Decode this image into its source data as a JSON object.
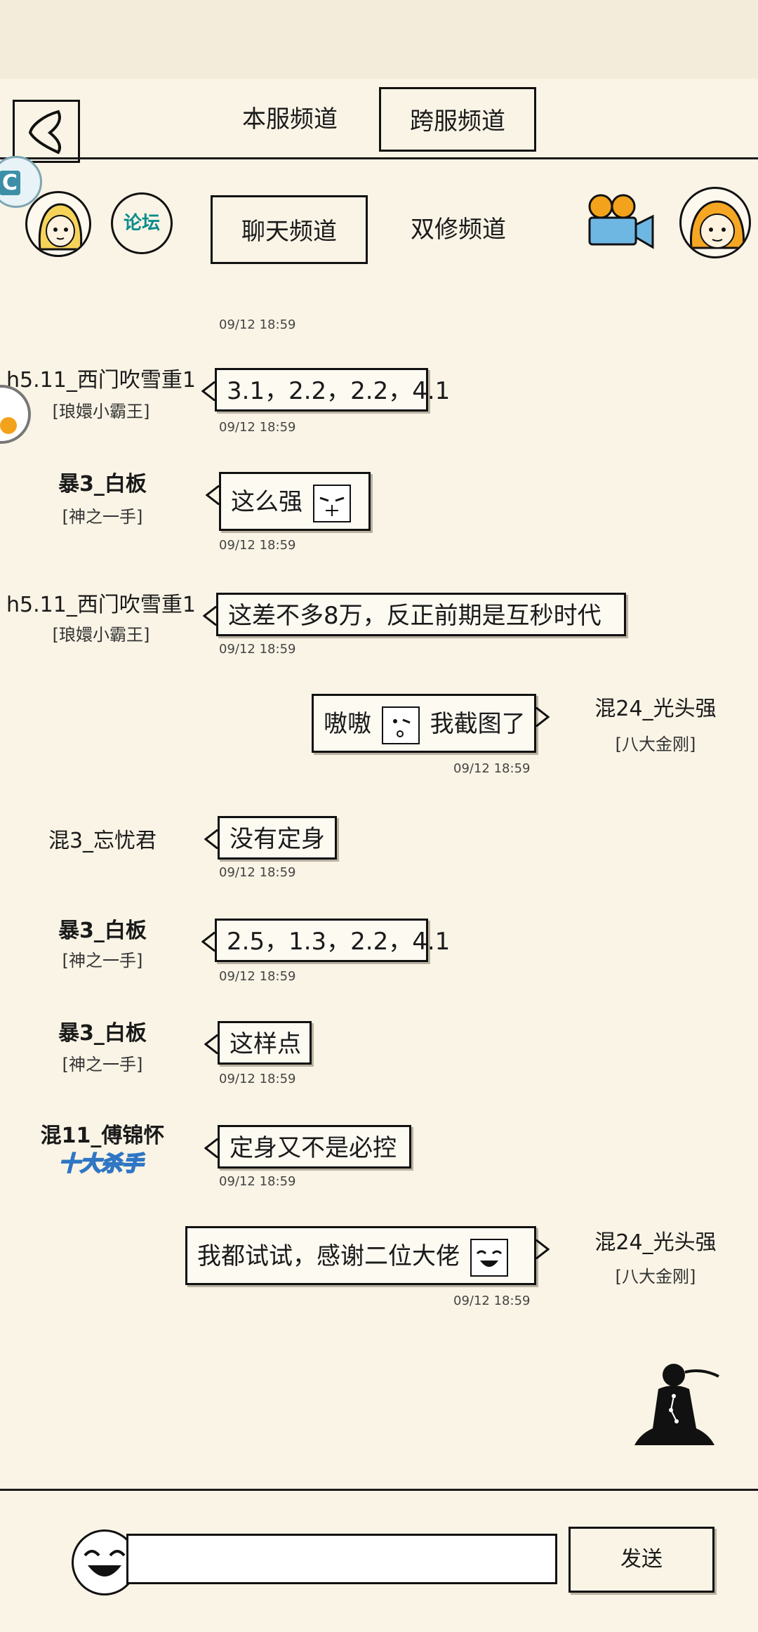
{
  "header": {
    "server_tabs": [
      {
        "label": "本服频道",
        "active": false
      },
      {
        "label": "跨服频道",
        "active": true
      }
    ],
    "forum_label": "论坛",
    "chat_tabs": [
      {
        "label": "聊天频道",
        "active": true
      },
      {
        "label": "双修频道",
        "active": false
      }
    ]
  },
  "messages": [
    {
      "side": "left",
      "user": "h5.11_西门吹雪重1",
      "title": "[琅嬛小霸王]",
      "text": "3.1，2.2，2.2，4.1",
      "time": "09/12 18:59",
      "header_time": "09/12 18:59"
    },
    {
      "side": "left",
      "user": "暴3_白板",
      "title": "[神之一手]",
      "text": "这么强",
      "emoji": "dazed-face-emoji",
      "time": "09/12 18:59"
    },
    {
      "side": "left",
      "user": "h5.11_西门吹雪重1",
      "title": "[琅嬛小霸王]",
      "text": "这差不多8万，反正前期是互秒时代",
      "time": "09/12 18:59"
    },
    {
      "side": "right",
      "user": "混24_光头强",
      "title": "[八大金刚]",
      "text_before": "嗷嗷",
      "emoji": "kiss-face-emoji",
      "text": "我截图了",
      "time": "09/12 18:59"
    },
    {
      "side": "left",
      "user": "混3_忘忧君",
      "title": "",
      "text": "没有定身",
      "time": "09/12 18:59"
    },
    {
      "side": "left",
      "user": "暴3_白板",
      "title": "[神之一手]",
      "text": "2.5，1.3，2.2，4.1",
      "time": "09/12 18:59"
    },
    {
      "side": "left",
      "user": "暴3_白板",
      "title": "[神之一手]",
      "text": "这样点",
      "time": "09/12 18:59"
    },
    {
      "side": "left",
      "user": "混11_傅锦怀",
      "title": "十大杀手",
      "text": "定身又不是必控",
      "time": "09/12 18:59"
    },
    {
      "side": "right",
      "user": "混24_光头强",
      "title": "[八大金刚]",
      "text": "我都试试，感谢二位大佬",
      "emoji": "laughing-face-emoji",
      "time": "09/12 18:59"
    }
  ],
  "input": {
    "value": "",
    "placeholder": ""
  },
  "send_label": "发送"
}
